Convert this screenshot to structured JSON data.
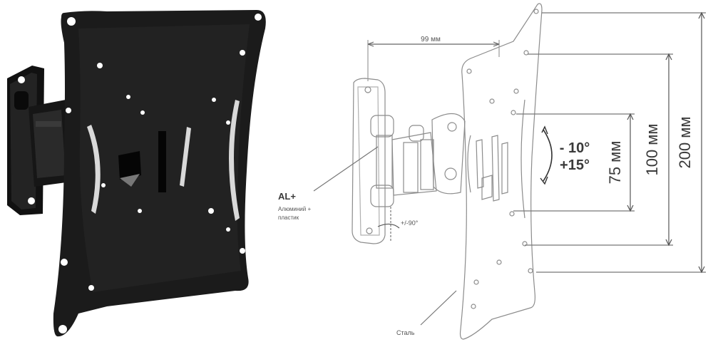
{
  "dimensions": {
    "depth": "99 мм",
    "vesa_small": "75 мм",
    "vesa_medium": "100 мм",
    "vesa_large": "200 мм"
  },
  "tilt": {
    "down": "- 10°",
    "up": "+15°"
  },
  "swivel": "+/-90°",
  "callouts": {
    "brand": "AL+",
    "material_line1": "Алюминий +",
    "material_line2": "пластик",
    "steel": "Сталь"
  },
  "colors": {
    "mount_dark": "#1a1a1a",
    "line_art": "#8c8c8c",
    "text": "#3a3a3a"
  }
}
